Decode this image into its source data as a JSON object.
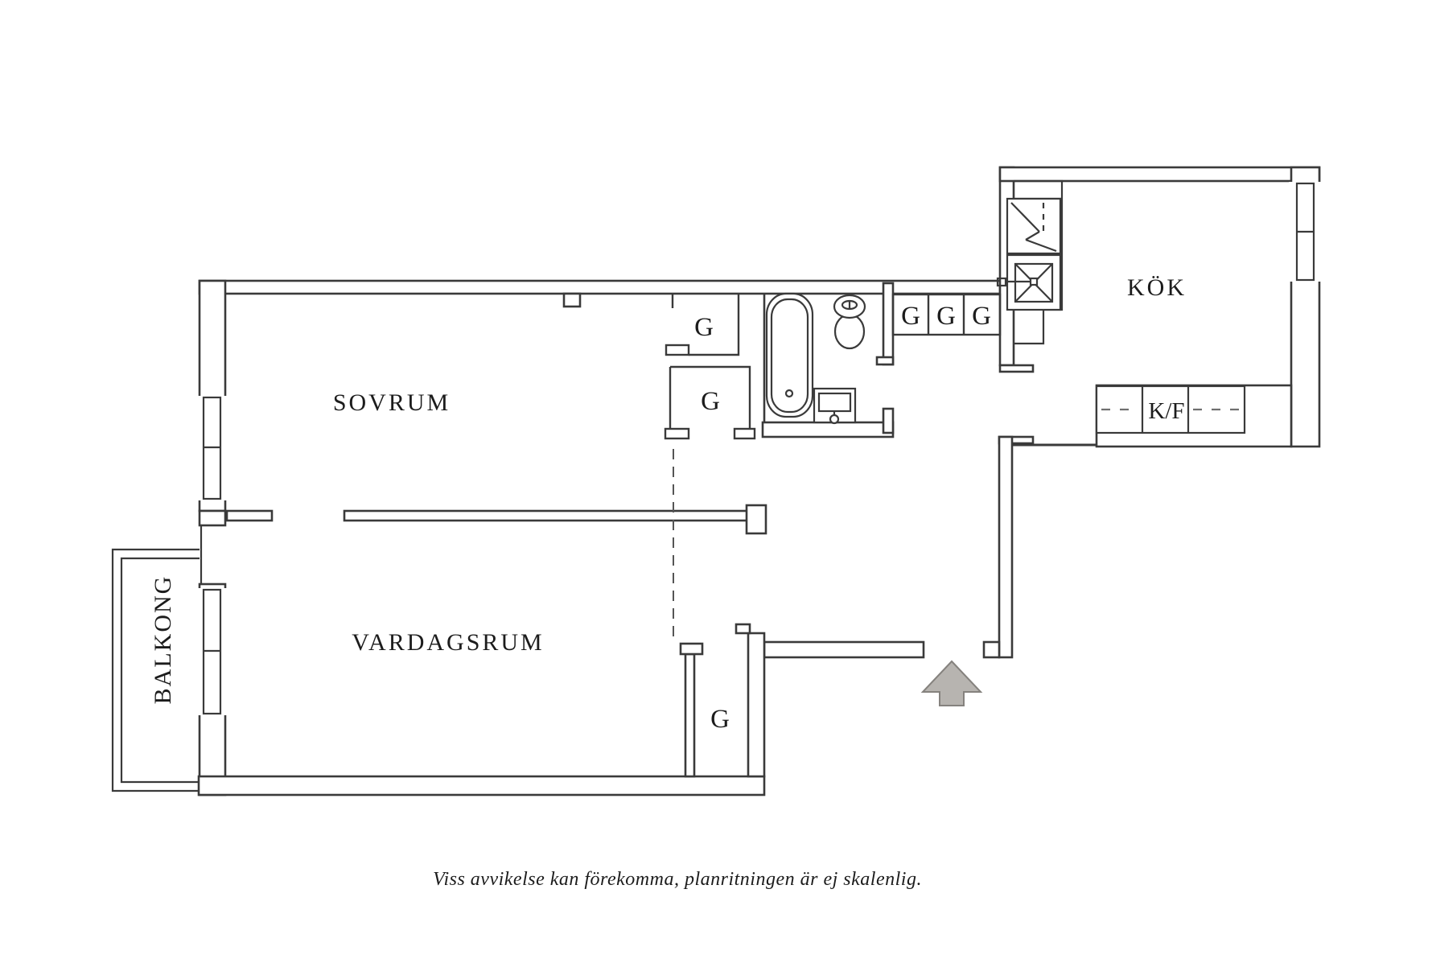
{
  "floor_plan": {
    "rooms": {
      "bedroom": "SOVRUM",
      "living_room": "VARDAGSRUM",
      "kitchen": "KÖK",
      "balcony": "BALKONG"
    },
    "fixtures": {
      "fridge_freezer": "K/F"
    },
    "wardrobes": [
      "G",
      "G",
      "G",
      "G",
      "G",
      "G"
    ],
    "disclaimer": "Viss avvikelse kan förekomma, planritningen är ej skalenlig.",
    "colors": {
      "wall_line": "#3a3a3a",
      "text": "#1c1c1c",
      "arrow_fill": "#b7b4b0",
      "arrow_outline": "#85827e",
      "background": "#ffffff"
    }
  }
}
